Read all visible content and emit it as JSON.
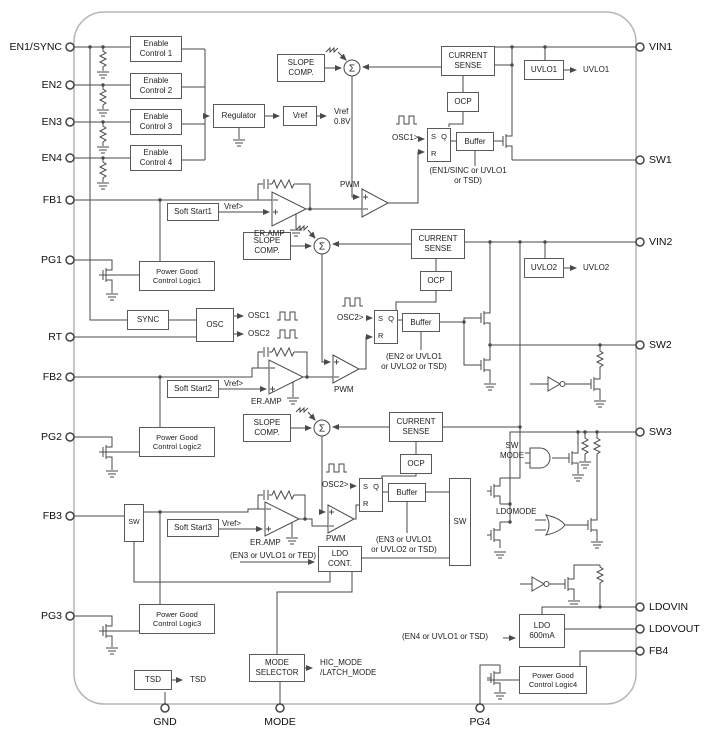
{
  "pins": {
    "left": [
      {
        "label": "EN1/SYNC"
      },
      {
        "label": "EN2"
      },
      {
        "label": "EN3"
      },
      {
        "label": "EN4"
      },
      {
        "label": "FB1"
      },
      {
        "label": "PG1"
      },
      {
        "label": "RT"
      },
      {
        "label": "FB2"
      },
      {
        "label": "PG2"
      },
      {
        "label": "FB3"
      },
      {
        "label": "PG3"
      }
    ],
    "right": [
      {
        "label": "VIN1"
      },
      {
        "label": "SW1"
      },
      {
        "label": "VIN2"
      },
      {
        "label": "SW2"
      },
      {
        "label": "SW3"
      },
      {
        "label": "LDOVIN"
      },
      {
        "label": "LDOVOUT"
      },
      {
        "label": "FB4"
      }
    ],
    "bottom": [
      {
        "label": "GND"
      },
      {
        "label": "MODE"
      },
      {
        "label": "PG4"
      }
    ]
  },
  "blocks": {
    "enable1": "Enable\nControl 1",
    "enable2": "Enable\nControl 2",
    "enable3": "Enable\nControl 3",
    "enable4": "Enable\nControl 4",
    "regulator": "Regulator",
    "vref": "Vref",
    "slope1": "SLOPE\nCOMP.",
    "slope2": "SLOPE\nCOMP.",
    "slope3": "SLOPE\nCOMP.",
    "current_sense1": "CURRENT\nSENSE",
    "current_sense2": "CURRENT\nSENSE",
    "current_sense3": "CURRENT\nSENSE",
    "ocp1": "OCP",
    "ocp2": "OCP",
    "ocp3": "OCP",
    "uvlo1": "UVLO1",
    "uvlo2": "UVLO2",
    "buffer1": "Buffer",
    "buffer2": "Buffer",
    "buffer3": "Buffer",
    "soft_start1": "Soft Start1",
    "soft_start2": "Soft Start2",
    "soft_start3": "Soft Start3",
    "pgood1": "Power Good\nControl Logic1",
    "pgood2": "Power Good\nControl Logic2",
    "pgood3": "Power Good\nControl Logic3",
    "pgood4": "Power Good\nControl Logic4",
    "sync": "SYNC",
    "osc": "OSC",
    "sw_small": "SW",
    "sw_tall": "SW",
    "ldo_cont": "LDO\nCONT.",
    "ldo": "LDO\n600mA",
    "tsd": "TSD",
    "mode_selector": "MODE\nSELECTOR"
  },
  "labels": {
    "vref_out": "Vref\n0.8V",
    "uvlo1_out": "UVLO1",
    "uvlo2_out": "UVLO2",
    "osc1": "OSC1",
    "osc2": "OSC2",
    "osc1_in": "OSC1>",
    "osc2_in_a": "OSC2>",
    "osc2_in_b": "OSC2>",
    "pwm1": "PWM",
    "pwm2": "PWM",
    "pwm3": "PWM",
    "eramp1": "ER.AMP",
    "eramp2": "ER.AMP",
    "eramp3": "ER.AMP",
    "vref_in1": "Vref>",
    "vref_in2": "Vref>",
    "vref_in3": "Vref>",
    "note1": "(EN1/SINC or UVLO1\nor TSD)",
    "note2": "(EN2 or UVLO1\nor UVLO2 or TSD)",
    "note3": "(EN3 or UVLO1\nor UVLO2 or TSD)",
    "note_ldo_cont": "(EN3 or UVLO1 or TED)",
    "note_ldo": "(EN4 or UVLO1 or TSD)",
    "sw_mode": "SW\nMODE",
    "ldo_mode": "LDOMODE",
    "hic_mode": "HIC_MODE\n/LATCH_MODE",
    "tsd_out": "TSD",
    "sigma": "Σ",
    "sr_s": "S",
    "sr_q": "Q",
    "sr_r": "R"
  }
}
